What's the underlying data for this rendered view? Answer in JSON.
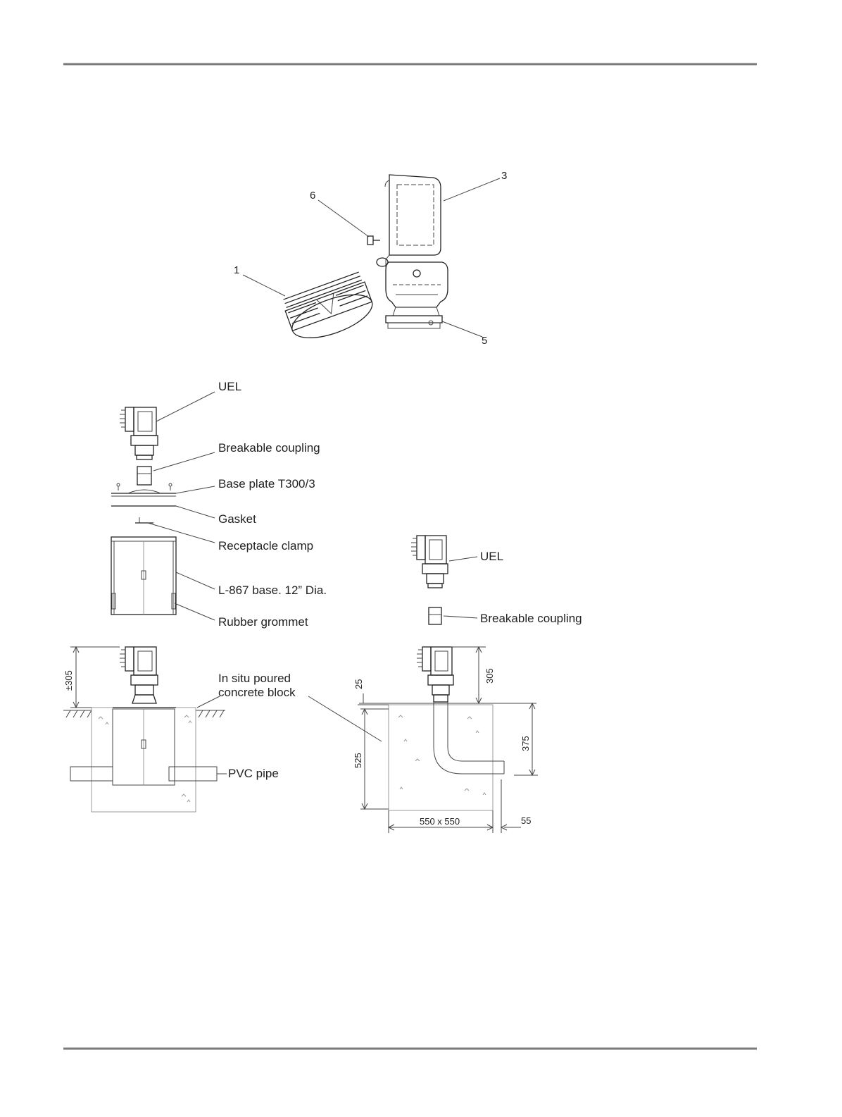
{
  "figure_top": {
    "callouts": [
      "1",
      "3",
      "5",
      "6"
    ]
  },
  "figure_exploded": {
    "labels": {
      "uel": "UEL",
      "coupling": "Breakable coupling",
      "base_plate": "Base plate T300/3",
      "gasket": "Gasket",
      "clamp": "Receptacle clamp",
      "base": "L-867 base. 12” Dia.",
      "grommet": "Rubber grommet"
    }
  },
  "figure_right": {
    "labels": {
      "uel": "UEL",
      "coupling": "Breakable coupling"
    }
  },
  "figure_installed_base": {
    "height_dim": "±305",
    "concrete_label_line1": "In situ poured",
    "concrete_label_line2": "concrete block",
    "pipe_label": "PVC pipe"
  },
  "figure_direct_mount": {
    "dims": {
      "top_offset": "25",
      "light_height": "305",
      "block_depth": "525",
      "conduit_depth": "375",
      "block_size": "550 x 550",
      "conduit_offset": "55"
    }
  },
  "colors": {
    "ink": "#222222",
    "rule": "#7a7a7a"
  }
}
